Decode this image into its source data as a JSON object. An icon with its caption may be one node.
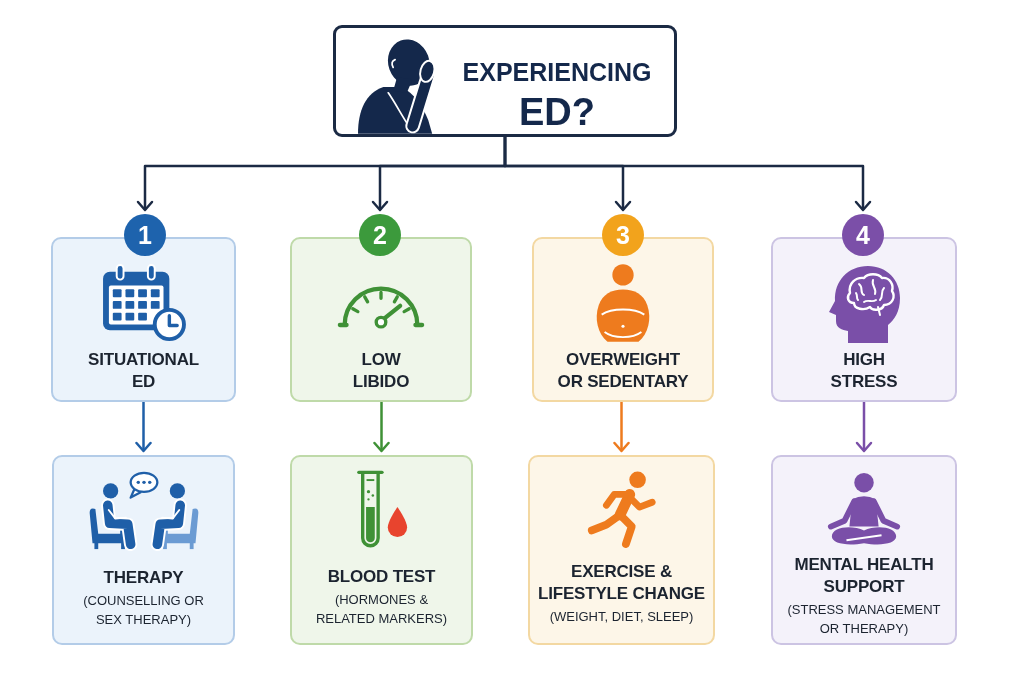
{
  "diagram": {
    "nodes": [
      {
        "text": [
          "EXPERIENCING ED?"
        ]
      },
      {
        "text": [
          "1"
        ]
      },
      {
        "text": [
          "SITUATIONAL ED"
        ]
      },
      {
        "text": [
          "2"
        ]
      },
      {
        "text": [
          "LOW LIBIDO"
        ]
      },
      {
        "text": [
          "3"
        ]
      },
      {
        "text": [
          "OVERWEIGHT OR SEDENTARY"
        ]
      },
      {
        "text": [
          "4"
        ]
      },
      {
        "text": [
          "HIGH STRESS"
        ]
      },
      {
        "text": [
          "THERAPY",
          "(COUNSELLING OR SEX THERAPY)"
        ]
      },
      {
        "text": [
          "BLOOD TEST",
          "(HORMONES & RELATED MARKERS)"
        ]
      },
      {
        "text": [
          "EXERCISE & LIFESTYLE CHANGE",
          "(WEIGHT, DIET, SLEEP)"
        ]
      },
      {
        "text": [
          "MENTAL HEALTH SUPPORT",
          "(STRESS MANAGEMENT OR THERAPY)"
        ]
      }
    ],
    "edges": [
      {
        "from": 0,
        "to": 1,
        "arrow": "to"
      },
      {
        "from": 0,
        "to": 3,
        "arrow": "to"
      },
      {
        "from": 0,
        "to": 5,
        "arrow": "to"
      },
      {
        "from": 0,
        "to": 7,
        "arrow": "to"
      },
      {
        "from": 2,
        "to": 9,
        "arrow": "to",
        "color": "#1f5fa8"
      },
      {
        "from": 4,
        "to": 10,
        "arrow": "to",
        "color": "#3f9136"
      },
      {
        "from": 6,
        "to": 11,
        "arrow": "to",
        "color": "#ee7b1e"
      },
      {
        "from": 8,
        "to": 12,
        "arrow": "to",
        "color": "#7a4fa8"
      }
    ]
  }
}
